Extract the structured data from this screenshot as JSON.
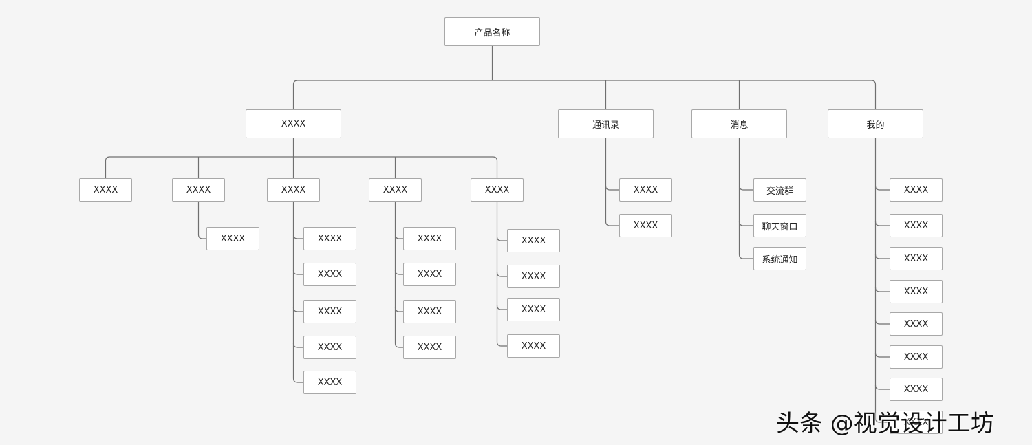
{
  "root": {
    "label": "产品名称"
  },
  "branches": [
    {
      "label": "XXXX",
      "children": [
        {
          "label": "XXXX",
          "children": []
        },
        {
          "label": "XXXX",
          "children": [
            "XXXX"
          ]
        },
        {
          "label": "XXXX",
          "children": [
            "XXXX",
            "XXXX",
            "XXXX",
            "XXXX",
            "XXXX"
          ]
        },
        {
          "label": "XXXX",
          "children": [
            "XXXX",
            "XXXX",
            "XXXX",
            "XXXX"
          ]
        },
        {
          "label": "XXXX",
          "children": [
            "XXXX",
            "XXXX",
            "XXXX",
            "XXXX"
          ]
        }
      ]
    },
    {
      "label": "通讯录",
      "children": [
        "XXXX",
        "XXXX"
      ]
    },
    {
      "label": "消息",
      "children": [
        "交流群",
        "聊天窗口",
        "系统通知"
      ]
    },
    {
      "label": "我的",
      "children": [
        "XXXX",
        "XXXX",
        "XXXX",
        "XXXX",
        "XXXX",
        "XXXX",
        "XXXX",
        "XXXX"
      ]
    }
  ],
  "watermark": "头条 @视觉设计工坊"
}
